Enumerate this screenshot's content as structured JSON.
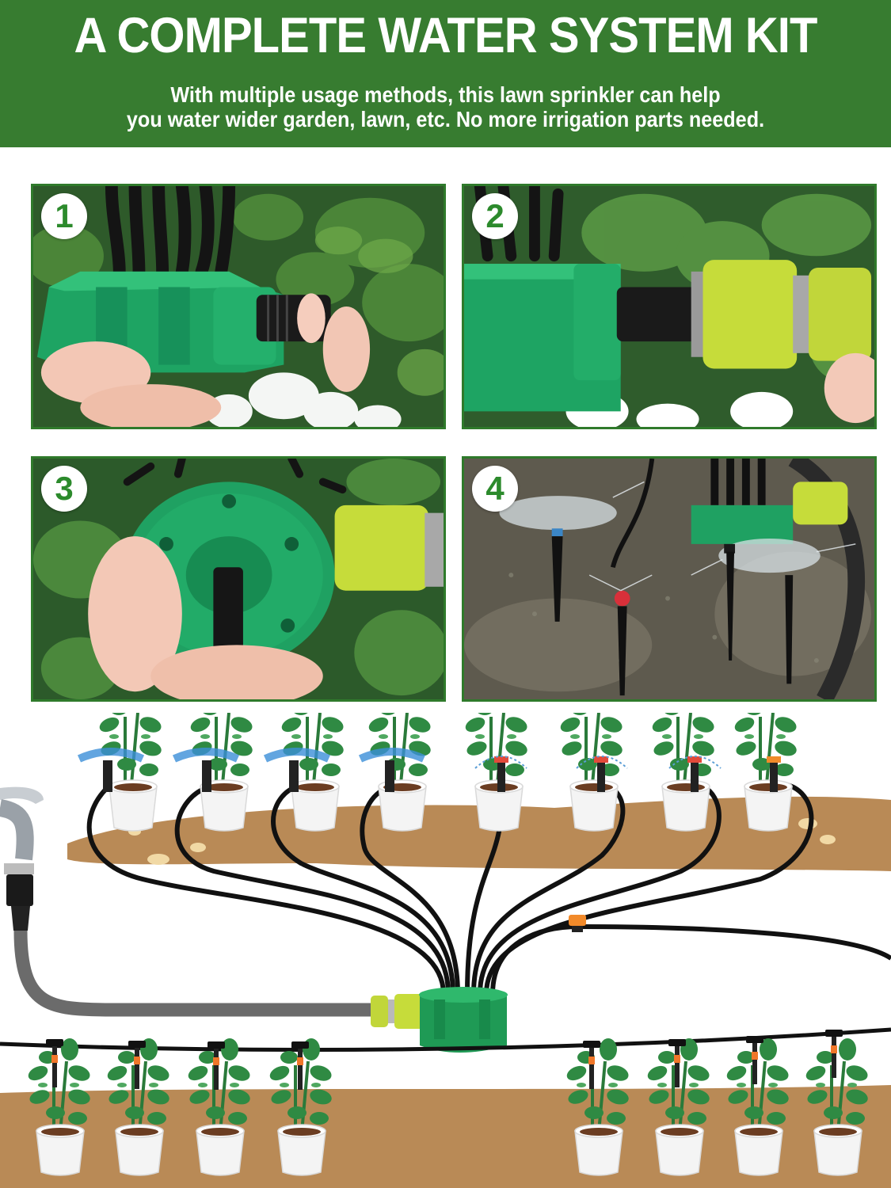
{
  "header": {
    "title": "A COMPLETE WATER SYSTEM KIT",
    "subtitle_line1": "With multiple usage methods, this lawn sprinkler can help",
    "subtitle_line2": "you water wider garden, lawn, etc. No more irrigation parts needed."
  },
  "steps": [
    {
      "number": "1",
      "description": "Hand attaching threaded black adapter to green sprinkler hub"
    },
    {
      "number": "2",
      "description": "Lime-green hose quick connector joined to hub adapter"
    },
    {
      "number": "3",
      "description": "Underside of green hub held in hand with spike inserted"
    },
    {
      "number": "4",
      "description": "Assembled sprinkler system spraying water on garden soil"
    }
  ],
  "diagram": {
    "description": "Illustration of faucet feeding a hose into green multi-outlet hub, branching tubes to potted plants with misting and drip nozzles",
    "upper_row_plants": 8,
    "lower_row_plants": 8
  },
  "colors": {
    "header_green": "#377c30",
    "panel_border": "#2f7a2b",
    "badge_number": "#2c8a2c",
    "hub_green": "#1f9a55",
    "connector_lime": "#c6dc3a",
    "soil_brown": "#b98a56",
    "hose_gray": "#6b6b6b",
    "tube_black": "#111111",
    "pot_white": "#f3f3f3",
    "leaf_green": "#2f8a43"
  }
}
